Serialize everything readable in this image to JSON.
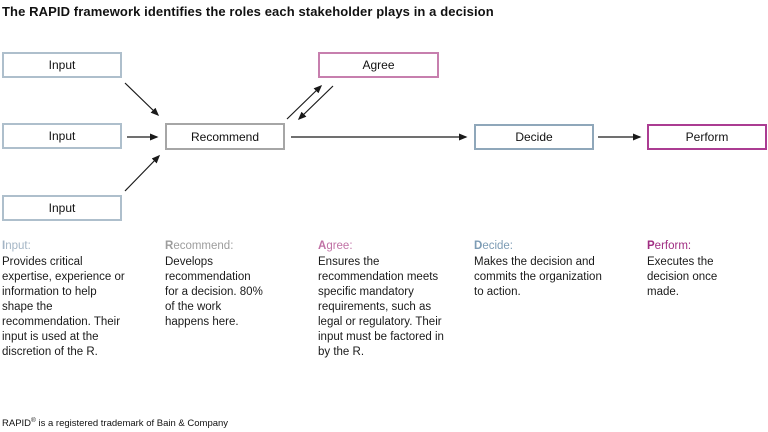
{
  "title": "The RAPID framework identifies the roles each stakeholder plays in a decision",
  "colors": {
    "input_border": "#aebfcc",
    "recommend_border": "#a6a6a6",
    "agree_border": "#c77fae",
    "decide_border": "#8fa7ba",
    "perform_border": "#ab3c92",
    "arrow": "#1a1a1a",
    "input_heading": "#a4b5c5",
    "recommend_heading": "#9d9d9d",
    "agree_heading": "#c173a6",
    "decide_heading": "#7d9cb5",
    "perform_heading": "#a02d82",
    "body_text": "#1a1a1a"
  },
  "diagram": {
    "boxes": [
      {
        "id": "input-1",
        "label": "Input"
      },
      {
        "id": "input-2",
        "label": "Input"
      },
      {
        "id": "input-3",
        "label": "Input"
      },
      {
        "id": "recommend",
        "label": "Recommend"
      },
      {
        "id": "agree",
        "label": "Agree"
      },
      {
        "id": "decide",
        "label": "Decide"
      },
      {
        "id": "perform",
        "label": "Perform"
      }
    ]
  },
  "roles": [
    {
      "name": "Input",
      "letter": "I",
      "rest": "nput:",
      "description": "Provides critical expertise, experience or information to help shape the recommendation. Their input is used at the discretion of the R."
    },
    {
      "name": "Recommend",
      "letter": "R",
      "rest": "ecommend:",
      "description": "Develops recommendation for a decision. 80% of the work happens here."
    },
    {
      "name": "Agree",
      "letter": "A",
      "rest": "gree:",
      "description": "Ensures the recommendation meets specific mandatory requirements, such as legal or regulatory. Their input must be factored in by the R."
    },
    {
      "name": "Decide",
      "letter": "D",
      "rest": "ecide:",
      "description": "Makes the decision and commits the organization to action."
    },
    {
      "name": "Perform",
      "letter": "P",
      "rest": "erform:",
      "description": "Executes the decision once made."
    }
  ],
  "footer": {
    "brand": "RAPID",
    "reg": "®",
    "text": " is a registered trademark of Bain & Company"
  }
}
